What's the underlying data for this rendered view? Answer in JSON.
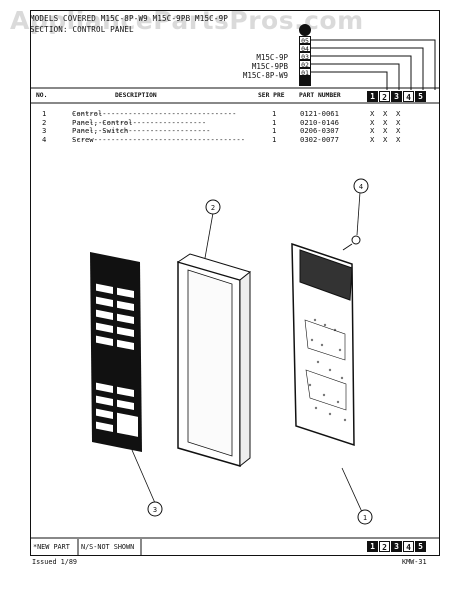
{
  "watermark": "AppliancePartsPros.com",
  "header": {
    "models_line": "MODELS COVERED  M15C-8P-W9  M15C-9PB  M15C-9P",
    "section_line": "SECTION:  CONTROL PANEL"
  },
  "models": [
    "M15C-9P",
    "M15C-9PB",
    "M15C-8P-W9"
  ],
  "slots": [
    "05",
    "04",
    "03",
    "02",
    "01"
  ],
  "columns": {
    "no": "NO.",
    "description": "DESCRIPTION",
    "ser_pre": "SER PRE",
    "part_number": "PART NUMBER",
    "nums": [
      "1",
      "2",
      "3",
      "4",
      "5"
    ]
  },
  "parts": [
    {
      "no": "1",
      "description": "Control",
      "qty": "1",
      "part_number": "0121-0061",
      "marks": [
        "X",
        "X",
        "X"
      ]
    },
    {
      "no": "2",
      "description": "Panel, Control",
      "qty": "1",
      "part_number": "0210-0146",
      "marks": [
        "X",
        "X",
        "X"
      ]
    },
    {
      "no": "3",
      "description": "Panel, Switch",
      "qty": "1",
      "part_number": "0206-0307",
      "marks": [
        "X",
        "X",
        "X"
      ]
    },
    {
      "no": "4",
      "description": "Screw",
      "qty": "1",
      "part_number": "0302-0077",
      "marks": [
        "X",
        "X",
        "X"
      ]
    }
  ],
  "callouts": [
    "1",
    "2",
    "3",
    "4"
  ],
  "footer": {
    "new_part": "*NEW PART",
    "not_shown": "N/S-NOT SHOWN",
    "issued": "Issued 1/89",
    "page": "KMW-31",
    "nums": [
      "1",
      "2",
      "3",
      "4",
      "5"
    ]
  }
}
